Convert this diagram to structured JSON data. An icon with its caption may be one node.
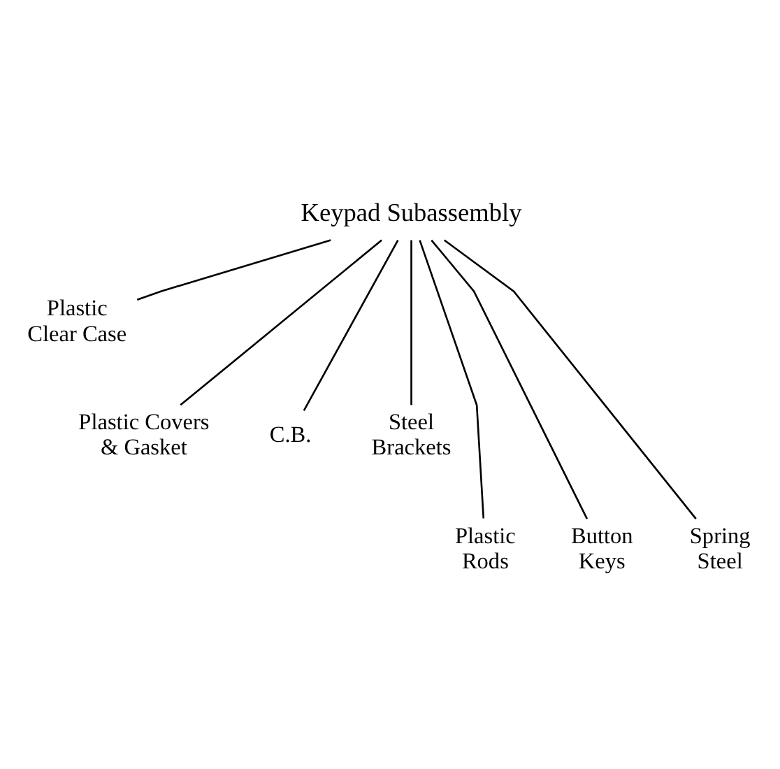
{
  "diagram": {
    "nodes": [
      {
        "text": [
          "Keypad Subassembly"
        ]
      },
      {
        "text": [
          "Plastic Clear Case"
        ]
      },
      {
        "text": [
          "Plastic Covers & Gasket"
        ]
      },
      {
        "text": [
          "C.B."
        ]
      },
      {
        "text": [
          "Steel Brackets"
        ]
      },
      {
        "text": [
          "Plastic Rods"
        ]
      },
      {
        "text": [
          "Button Keys"
        ]
      },
      {
        "text": [
          "Spring Steel"
        ]
      }
    ],
    "edges": [
      {
        "from": 0,
        "to": 1,
        "arrow": "none"
      },
      {
        "from": 0,
        "to": 2,
        "arrow": "none"
      },
      {
        "from": 0,
        "to": 3,
        "arrow": "none"
      },
      {
        "from": 0,
        "to": 4,
        "arrow": "none"
      },
      {
        "from": 0,
        "to": 5,
        "arrow": "none"
      },
      {
        "from": 0,
        "to": 6,
        "arrow": "none"
      },
      {
        "from": 0,
        "to": 7,
        "arrow": "none"
      }
    ]
  }
}
